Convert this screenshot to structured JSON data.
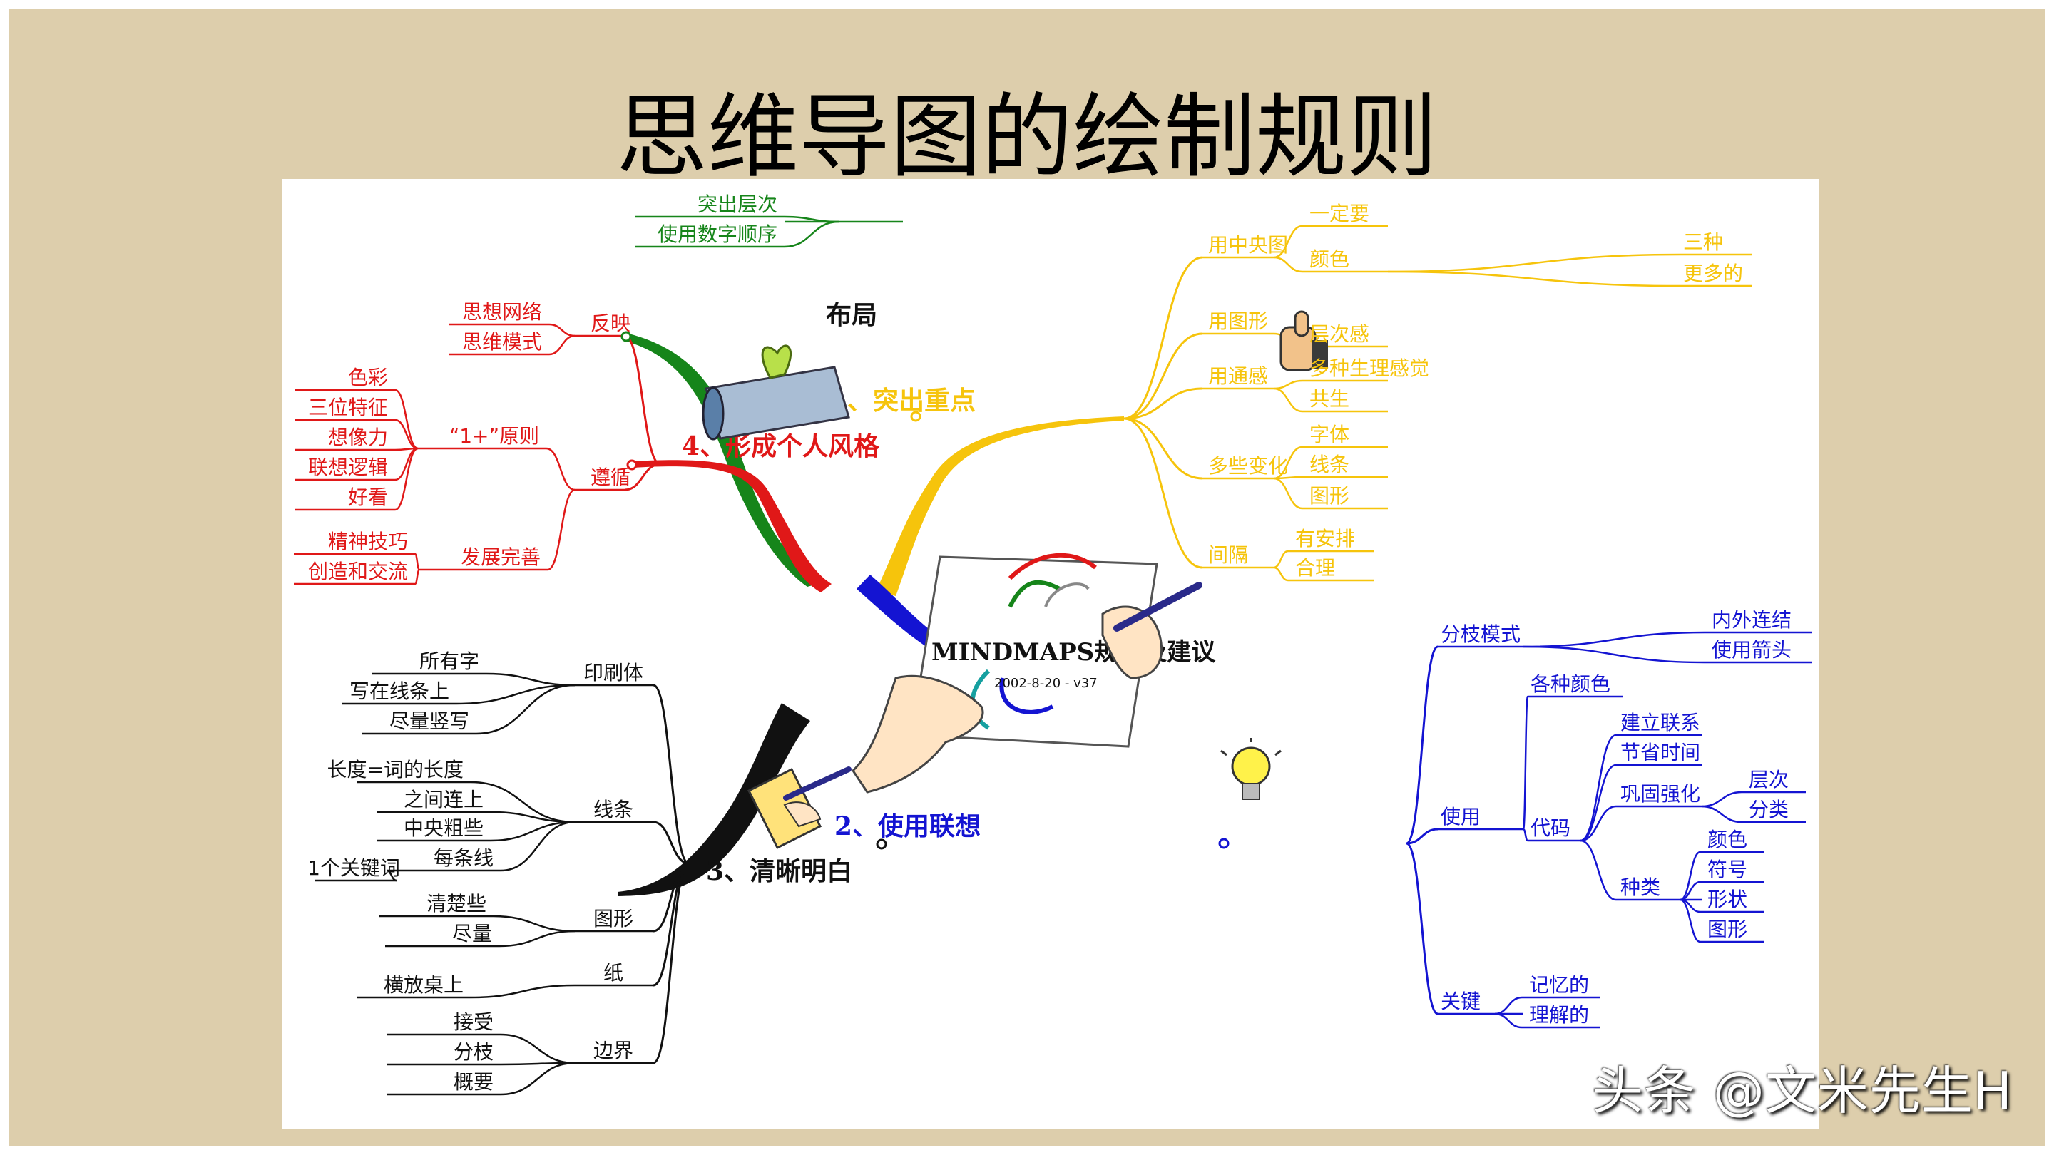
{
  "slide": {
    "title": "思维导图的绘制规则",
    "watermark": "头条 @文米先生H"
  },
  "center": {
    "label": "MINDMAPS规则及建议",
    "date": "2002-8-20 - v37"
  },
  "colors": {
    "yellow": "#f6c40c",
    "blue": "#1414d2",
    "black": "#111111",
    "red": "#e01818",
    "green": "#16851a",
    "background": "#ddceac"
  },
  "branches": {
    "b1": {
      "title": "1、突出重点",
      "icon": "thumbs-up-icon",
      "nodes": [
        {
          "label": "用中央图",
          "children": [
            {
              "label": "一定要"
            },
            {
              "label": "颜色",
              "children": [
                {
                  "label": "三种"
                },
                {
                  "label": "更多的"
                }
              ]
            }
          ]
        },
        {
          "label": "用图形",
          "children": [
            {
              "label": "层次感"
            }
          ]
        },
        {
          "label": "用通感",
          "children": [
            {
              "label": "多种生理感觉"
            },
            {
              "label": "共生"
            }
          ]
        },
        {
          "label": "多些变化",
          "children": [
            {
              "label": "字体"
            },
            {
              "label": "线条"
            },
            {
              "label": "图形"
            }
          ]
        },
        {
          "label": "间隔",
          "children": [
            {
              "label": "有安排"
            },
            {
              "label": "合理"
            }
          ]
        }
      ]
    },
    "b2": {
      "title": "2、使用联想",
      "icon": "light-bulb-icon",
      "nodes": [
        {
          "label": "分枝模式",
          "children": [
            {
              "label": "内外连结"
            },
            {
              "label": "使用箭头"
            }
          ]
        },
        {
          "label": "使用",
          "children": [
            {
              "label": "各种颜色"
            },
            {
              "label": "代码",
              "children": [
                {
                  "label": "建立联系"
                },
                {
                  "label": "节省时间"
                },
                {
                  "label": "巩固强化",
                  "children": [
                    {
                      "label": "层次"
                    },
                    {
                      "label": "分类"
                    }
                  ]
                },
                {
                  "label": "种类",
                  "children": [
                    {
                      "label": "颜色"
                    },
                    {
                      "label": "符号"
                    },
                    {
                      "label": "形状"
                    },
                    {
                      "label": "图形"
                    }
                  ]
                }
              ]
            }
          ]
        },
        {
          "label": "关键",
          "children": [
            {
              "label": "记忆的"
            },
            {
              "label": "理解的"
            }
          ]
        }
      ]
    },
    "b3": {
      "title": "3、清晰明白",
      "icon": "writing-pad-icon",
      "nodes": [
        {
          "label": "印刷体",
          "children": [
            {
              "label": "所有字"
            },
            {
              "label": "写在线条上"
            },
            {
              "label": "尽量竖写"
            }
          ]
        },
        {
          "label": "线条",
          "children": [
            {
              "label": "长度=词的长度"
            },
            {
              "label": "之间连上"
            },
            {
              "label": "中央粗些"
            },
            {
              "label": "每条线",
              "children": [
                {
                  "label": "1个关键词"
                }
              ]
            }
          ]
        },
        {
          "label": "图形",
          "children": [
            {
              "label": "清楚些"
            },
            {
              "label": "尽量"
            }
          ]
        },
        {
          "label": "纸",
          "children": [
            {
              "label": "横放桌上"
            }
          ]
        },
        {
          "label": "边界",
          "children": [
            {
              "label": "接受"
            },
            {
              "label": "分枝"
            },
            {
              "label": "概要"
            }
          ]
        }
      ]
    },
    "b4": {
      "title": "4、形成个人风格",
      "icon": "scroll-icon",
      "nodes": [
        {
          "label": "反映",
          "children": [
            {
              "label": "思想网络"
            },
            {
              "label": "思维模式"
            }
          ]
        },
        {
          "label": "遵循",
          "children": [
            {
              "label": "“1+”原则",
              "children": [
                {
                  "label": "色彩"
                },
                {
                  "label": "三位特征"
                },
                {
                  "label": "想像力"
                },
                {
                  "label": "联想逻辑"
                },
                {
                  "label": "好看"
                }
              ]
            },
            {
              "label": "发展完善",
              "children": [
                {
                  "label": "精神技巧"
                },
                {
                  "label": "创造和交流"
                }
              ]
            }
          ]
        }
      ]
    },
    "b5": {
      "title": "布局",
      "nodes": [
        {
          "label": "突出层次"
        },
        {
          "label": "使用数字顺序"
        }
      ]
    }
  }
}
